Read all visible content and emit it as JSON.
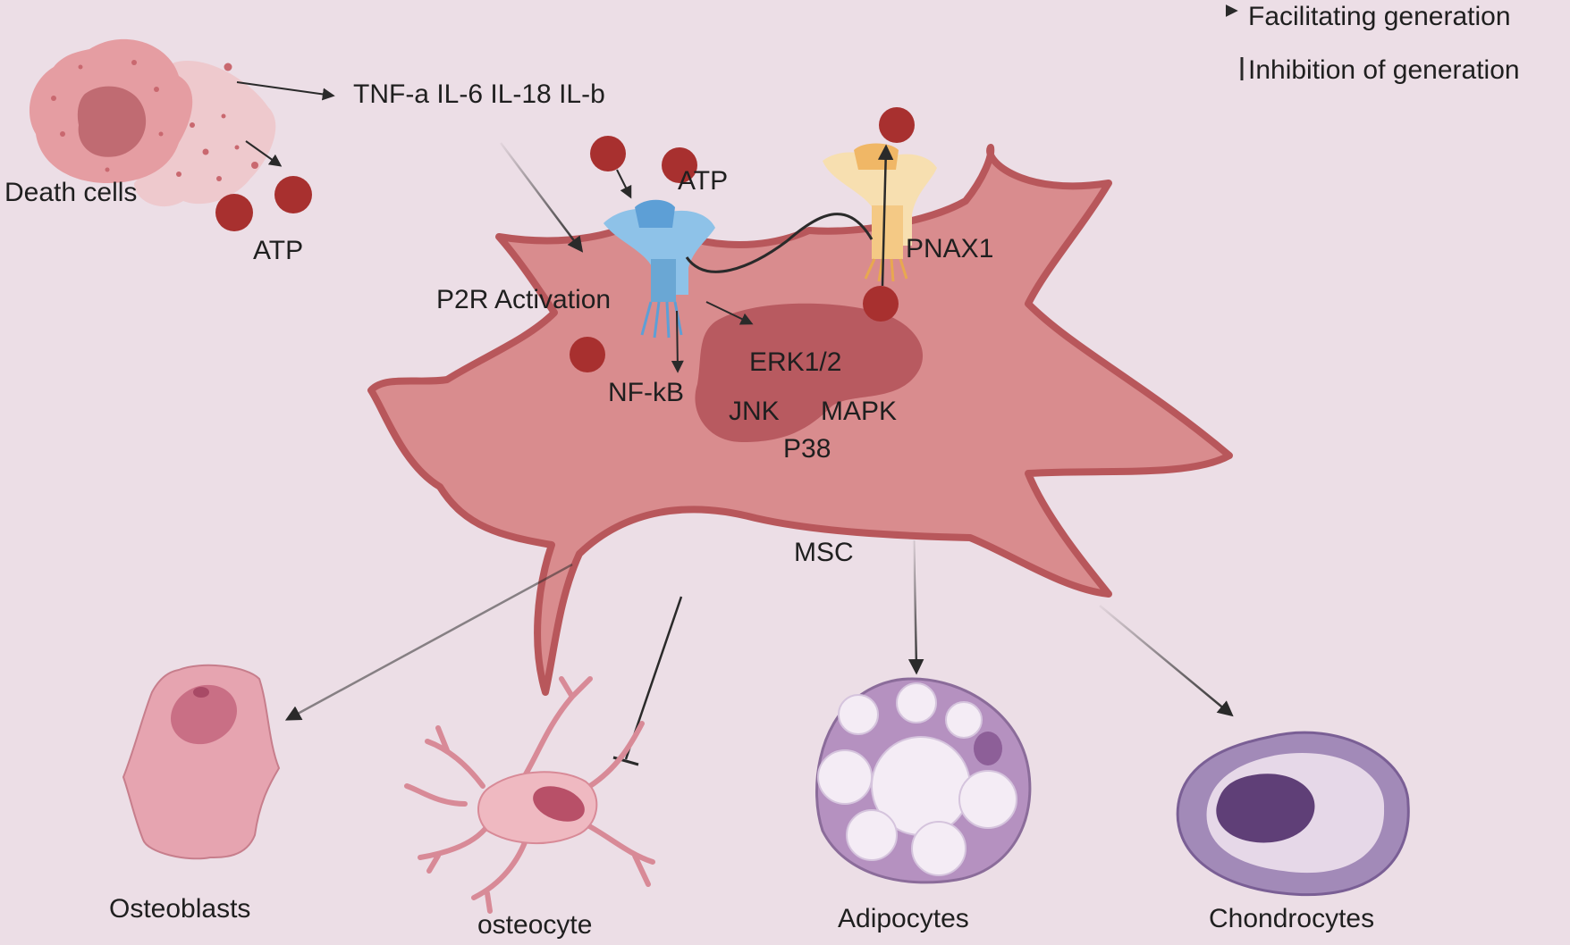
{
  "legend": {
    "facilitating": "Facilitating generation",
    "inhibition": "Inhibition of generation"
  },
  "labels": {
    "death_cells": "Death cells",
    "atp_left": "ATP",
    "cytokines": "TNF-a IL-6 IL-18 IL-b",
    "atp_receptor": "ATP",
    "pnax1": "PNAX1",
    "p2r_activation": "P2R Activation",
    "nf_kb": "NF-kB",
    "erk12": "ERK1/2",
    "jnk": "JNK",
    "mapk": "MAPK",
    "p38": "P38",
    "msc": "MSC",
    "osteoblasts": "Osteoblasts",
    "osteocyte": "osteocyte",
    "adipocytes": "Adipocytes",
    "chondrocytes": "Chondrocytes"
  },
  "colors": {
    "background": "#ecdee6",
    "msc_body": "#d98c8e",
    "msc_outline": "#b8575b",
    "nucleus": "#b85a60",
    "atp": "#a8302f",
    "p2r_receptor": "#6aa7d4",
    "pnax1_channel": "#f2c27a",
    "adipocyte": "#b591c0",
    "chondrocyte": "#a28ab8",
    "arrow": "#2a2a2a"
  },
  "icons": [
    "death-cell-icon",
    "p2r-receptor-icon",
    "pnax1-channel-icon",
    "msc-cell-icon",
    "osteoblast-icon",
    "osteocyte-icon",
    "adipocyte-icon",
    "chondrocyte-icon"
  ]
}
